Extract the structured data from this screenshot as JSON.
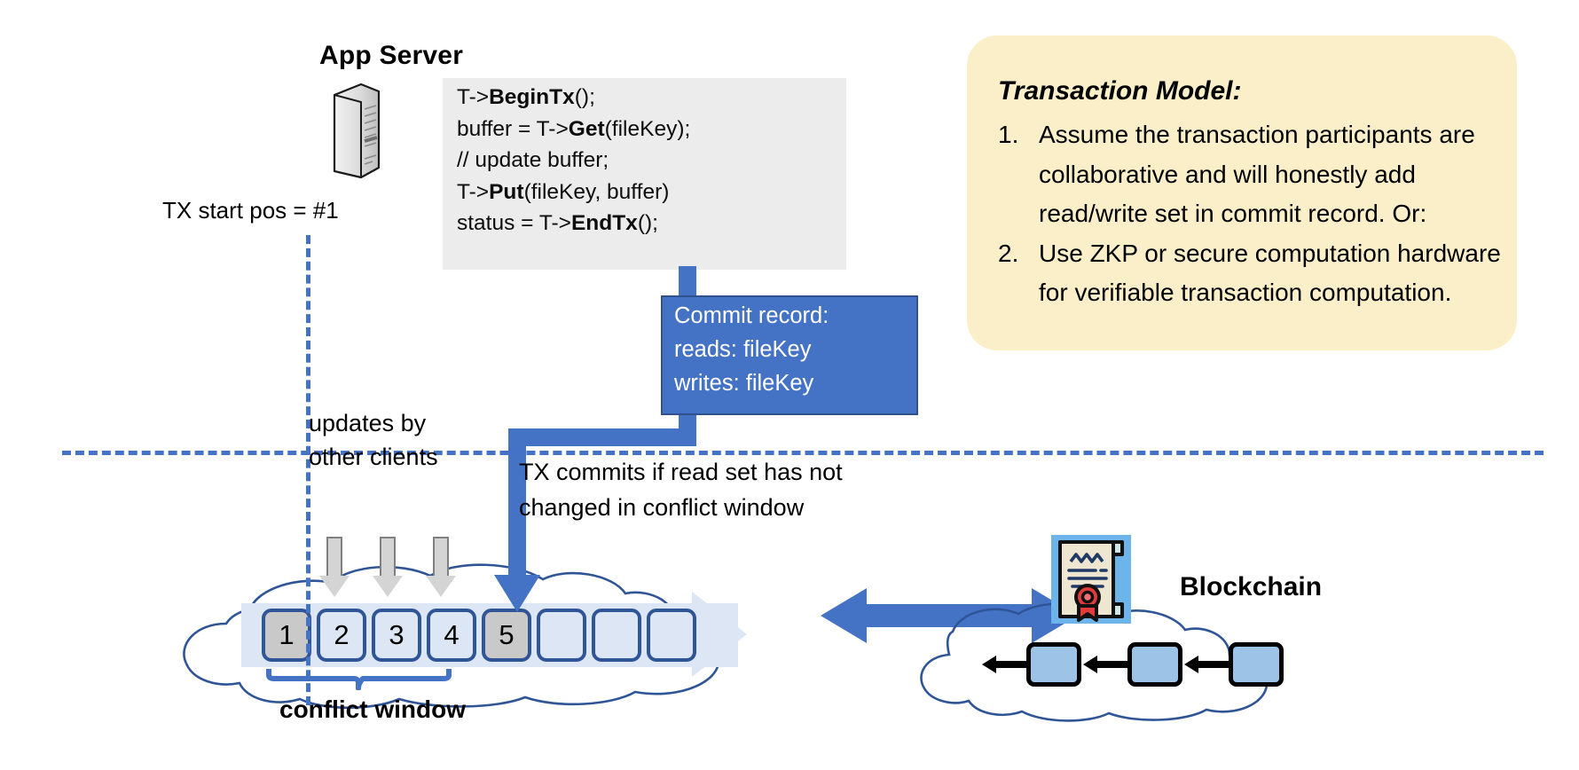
{
  "app_server": {
    "title": "App Server",
    "icon": "server-tower-icon",
    "code_lines": [
      {
        "pre": "T->",
        "bold": "BeginTx",
        "post": "();"
      },
      {
        "pre": "buffer = T->",
        "bold": "Get",
        "post": "(fileKey);"
      },
      {
        "pre": "// update buffer;",
        "bold": "",
        "post": ""
      },
      {
        "pre": "T->",
        "bold": "Put",
        "post": "(fileKey, buffer)"
      },
      {
        "pre": "status = T->",
        "bold": "EndTx",
        "post": "();"
      }
    ]
  },
  "tx_start": {
    "label": "TX start pos = #1"
  },
  "commit_record": {
    "lines": [
      "Commit record:",
      "reads: fileKey",
      "writes: fileKey"
    ]
  },
  "transaction_model": {
    "title": "Transaction Model:",
    "items": [
      {
        "num": "1.",
        "text": "Assume the transaction participants are collaborative and will honestly add read/write set in commit record.  Or:"
      },
      {
        "num": "2.",
        "text": "Use ZKP or secure computation hardware for verifiable transaction computation."
      }
    ],
    "background_color": "#fbefc9"
  },
  "ledger": {
    "updates_label": "updates by\nother clients",
    "updates_label_line1": "updates by",
    "updates_label_line2": "other clients",
    "commit_note_line1": "TX commits if read set has not",
    "commit_note_line2": "changed in conflict window",
    "conflict_window_label": "conflict window",
    "boxes": [
      {
        "label": "1",
        "state": "gray"
      },
      {
        "label": "2",
        "state": "blue"
      },
      {
        "label": "3",
        "state": "blue"
      },
      {
        "label": "4",
        "state": "blue"
      },
      {
        "label": "5",
        "state": "gray"
      },
      {
        "label": "",
        "state": "blue"
      },
      {
        "label": "",
        "state": "blue"
      },
      {
        "label": "",
        "state": "blue"
      }
    ],
    "update_arrow_targets": [
      "2",
      "3",
      "4"
    ]
  },
  "blockchain": {
    "label": "Blockchain",
    "cert_icon": "certificate-seal-icon",
    "block_count": 3,
    "sync_arrow": "bidirectional-arrow"
  },
  "colors": {
    "accent_blue": "#4472c4",
    "dark_blue": "#2f5597",
    "ledger_fill": "#dce6f5",
    "gray_fill": "#c9c9c9",
    "callout_yellow": "#fbefc9",
    "cert_bg": "#6cb4ea",
    "code_bg": "#ececec"
  }
}
